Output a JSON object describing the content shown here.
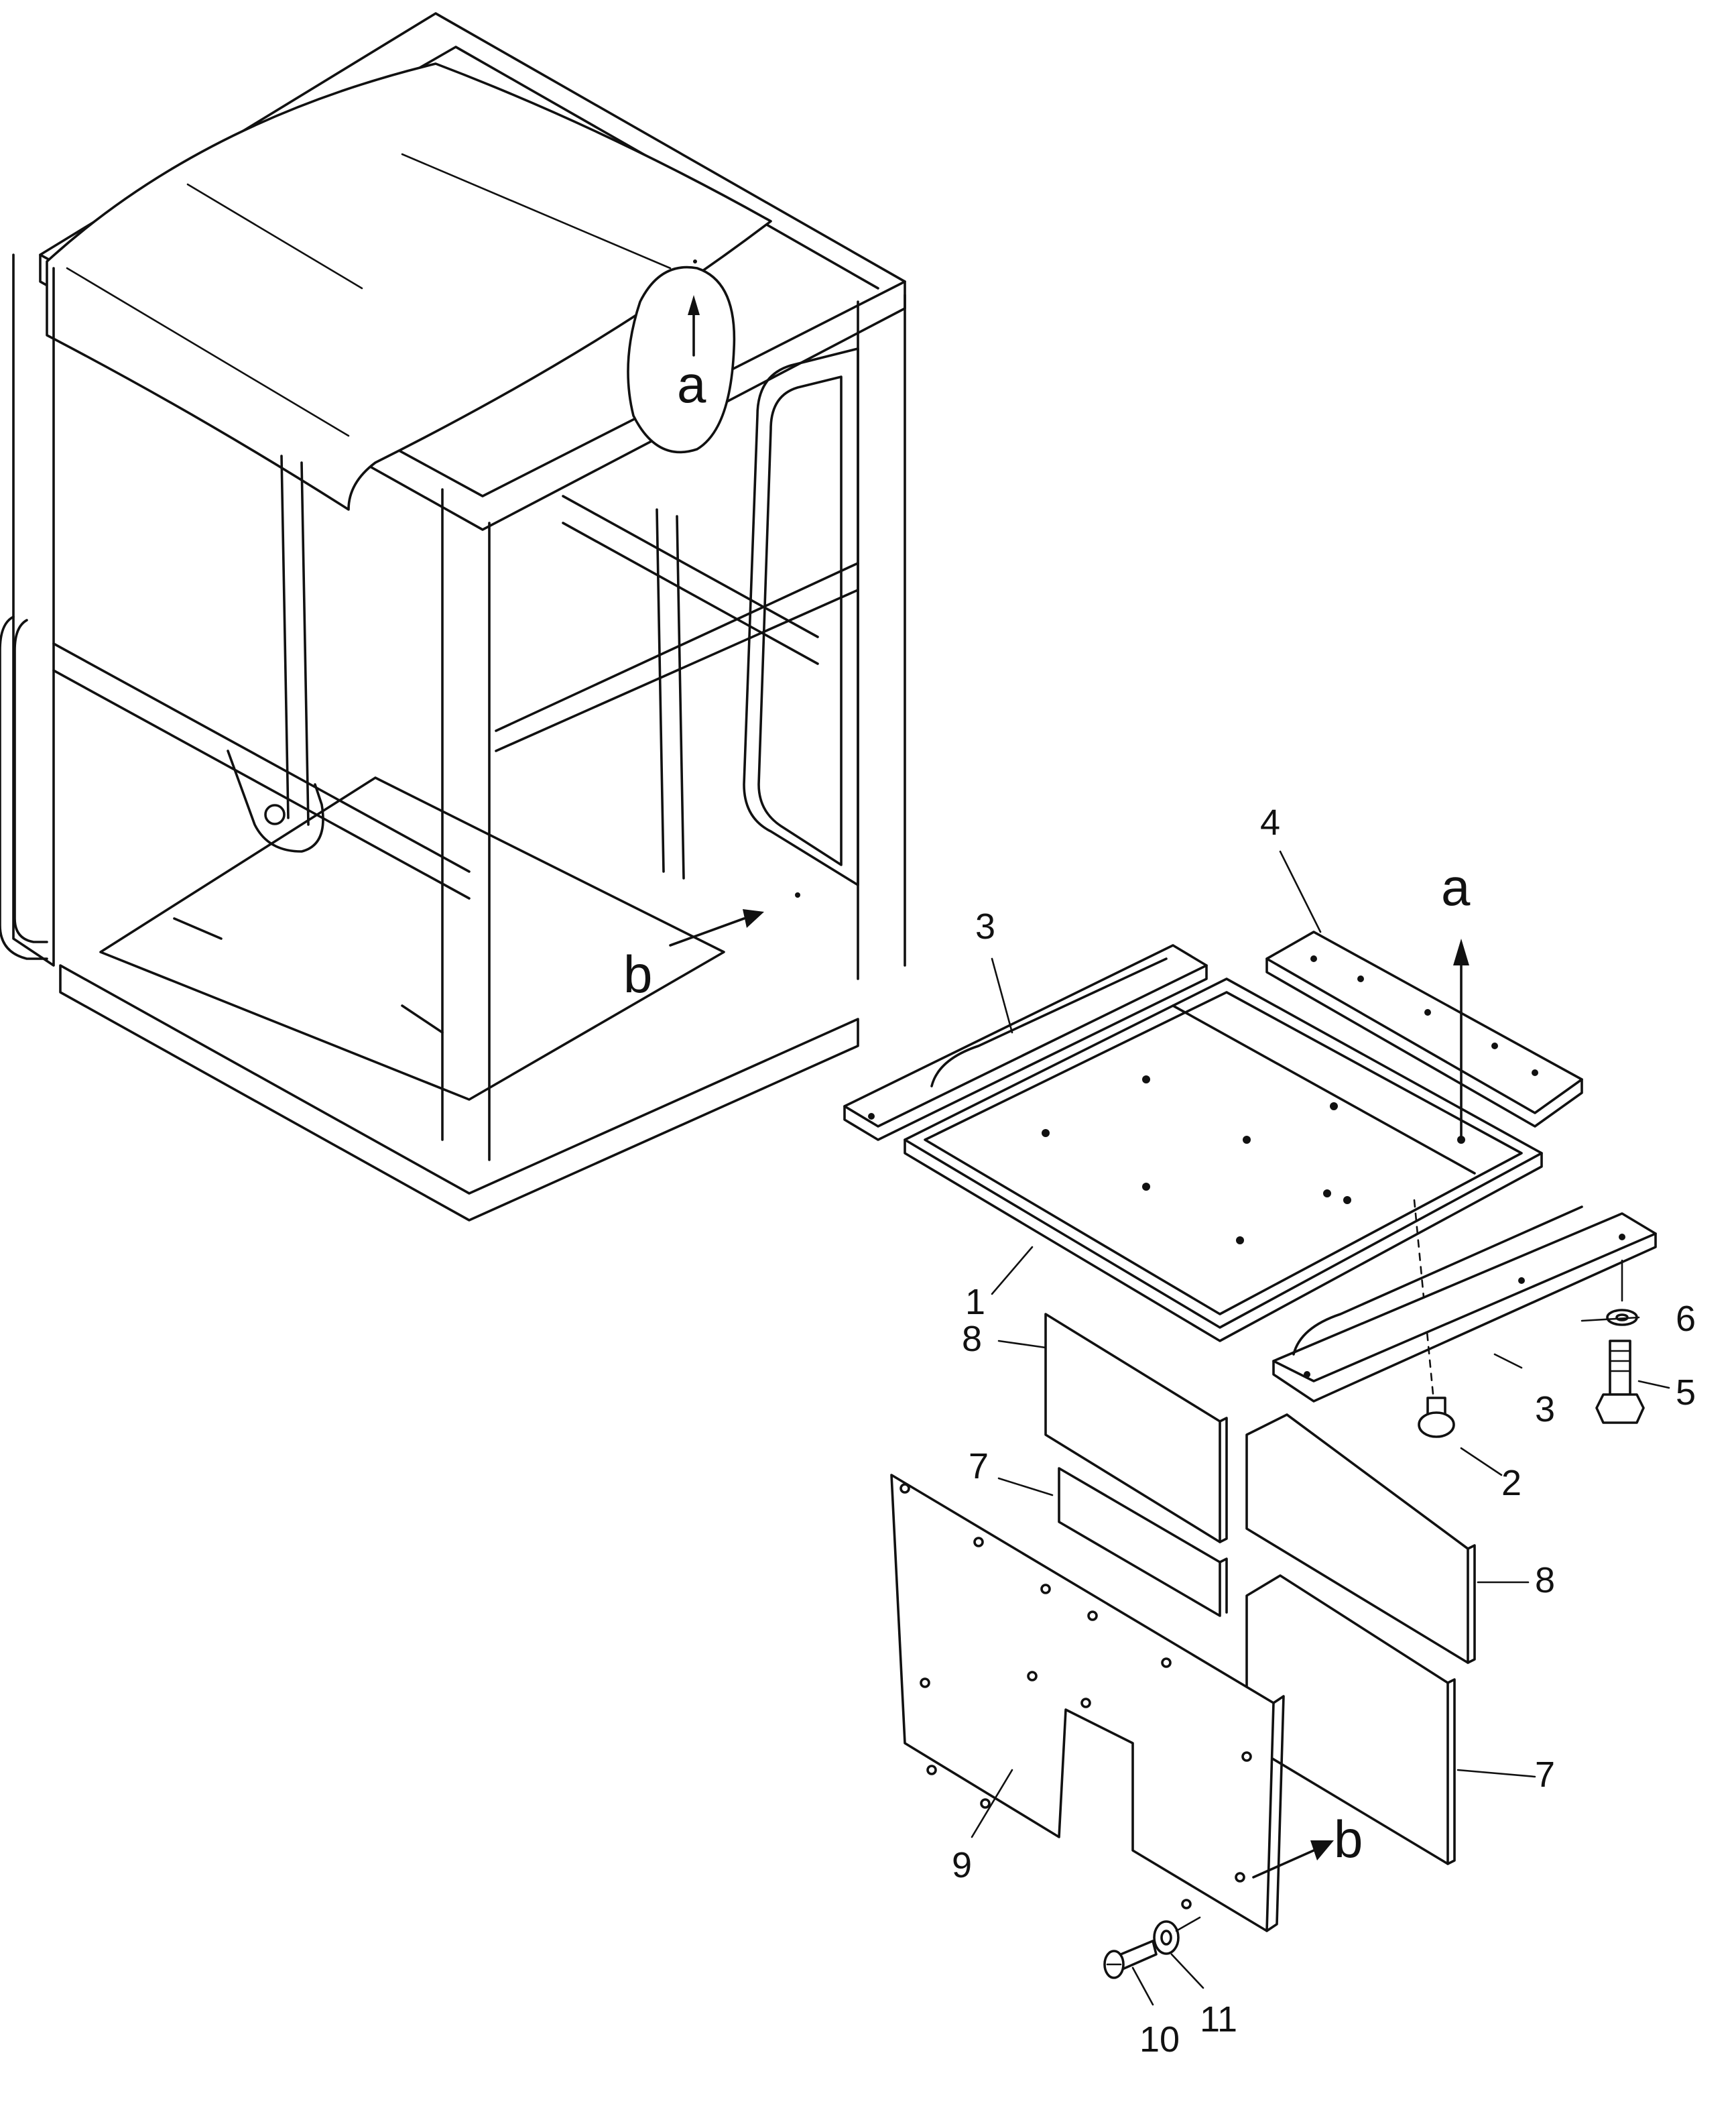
{
  "callouts": {
    "n1": "1",
    "n2": "2",
    "n3a": "3",
    "n3b": "3",
    "n4": "4",
    "n5": "5",
    "n6": "6",
    "n7a": "7",
    "n7b": "7",
    "n8a": "8",
    "n8b": "8",
    "n9": "9",
    "n10": "10",
    "n11": "11"
  },
  "views": {
    "a_cab": "a",
    "b_cab": "b",
    "a_floor": "a",
    "b_floor": "b"
  }
}
